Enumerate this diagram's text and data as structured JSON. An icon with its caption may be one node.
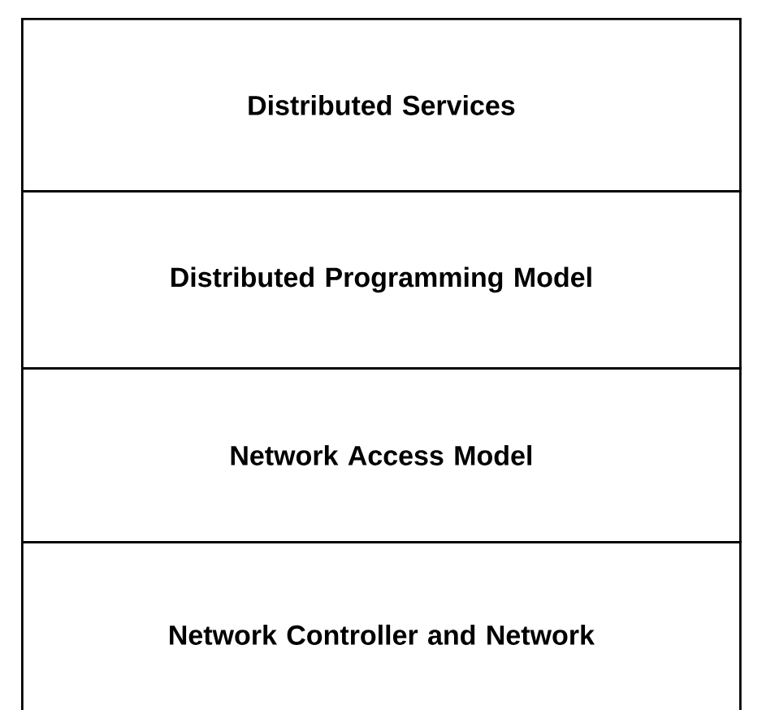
{
  "diagram": {
    "nodes": [
      {
        "text": [
          "Distributed Services"
        ]
      },
      {
        "text": [
          "Distributed Programming Model"
        ]
      },
      {
        "text": [
          "Network Access Model"
        ]
      },
      {
        "text": [
          "Network Controller and Network"
        ]
      }
    ]
  }
}
